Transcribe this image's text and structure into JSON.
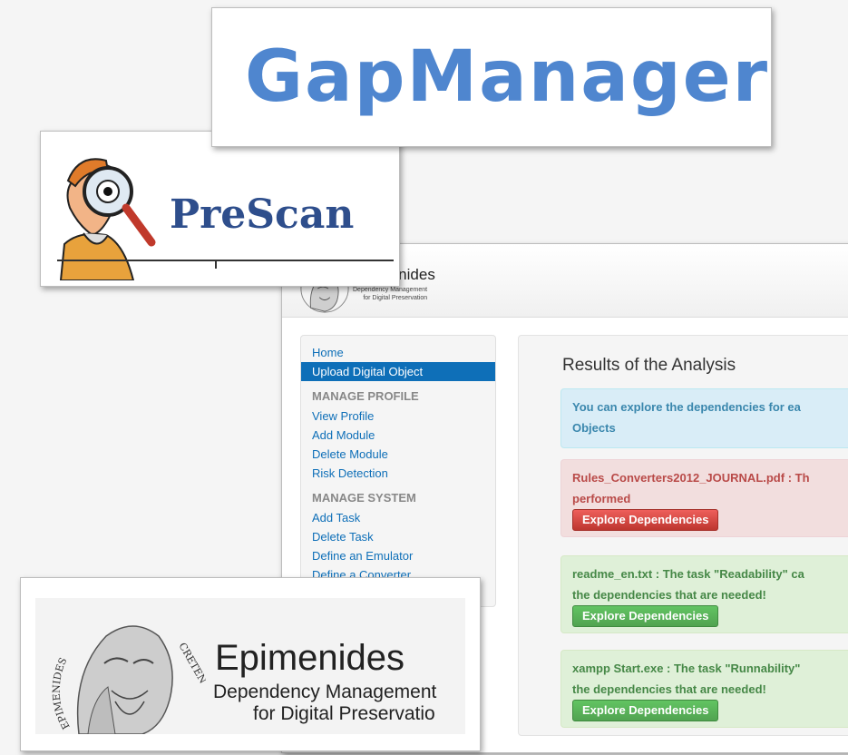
{
  "gapmanager": {
    "logo_text": "GapManager",
    "color": "#4f86cf"
  },
  "prescan": {
    "logo_text": "PreScan",
    "color": "#2e4e8c"
  },
  "app": {
    "header": {
      "title": "Epimenides",
      "subtitle_line1": "Dependency Management",
      "subtitle_line2": "for Digital Preservation"
    },
    "sidebar": {
      "home": "Home",
      "upload": "Upload Digital Object",
      "manage_profile_heading": "MANAGE PROFILE",
      "view_profile": "View Profile",
      "add_module": "Add Module",
      "delete_module": "Delete Module",
      "risk_detection": "Risk Detection",
      "manage_system_heading": "MANAGE SYSTEM",
      "add_task": "Add Task",
      "delete_task": "Delete Task",
      "define_emulator": "Define an Emulator",
      "define_converter": "Define a Converter"
    },
    "content": {
      "title": "Results of the Analysis",
      "info_line1": "You can explore the dependencies for ea",
      "info_line2": "Objects",
      "result1_line1": "Rules_Converters2012_JOURNAL.pdf : Th",
      "result1_line2": "performed",
      "result2_line1": "readme_en.txt : The task \"Readability\" ca",
      "result2_line2": "the dependencies that are needed!",
      "result3_line1": "xampp Start.exe : The task \"Runnability\"",
      "result3_line2": "the dependencies that are needed!",
      "explore_button": "Explore Dependencies"
    }
  },
  "epimenides_logo": {
    "title": "Epimenides",
    "subtitle_line1": "Dependency Management",
    "subtitle_line2": "for Digital Preservatio",
    "seal_left": "EPIMENIDES",
    "seal_right": "CRETEN"
  }
}
